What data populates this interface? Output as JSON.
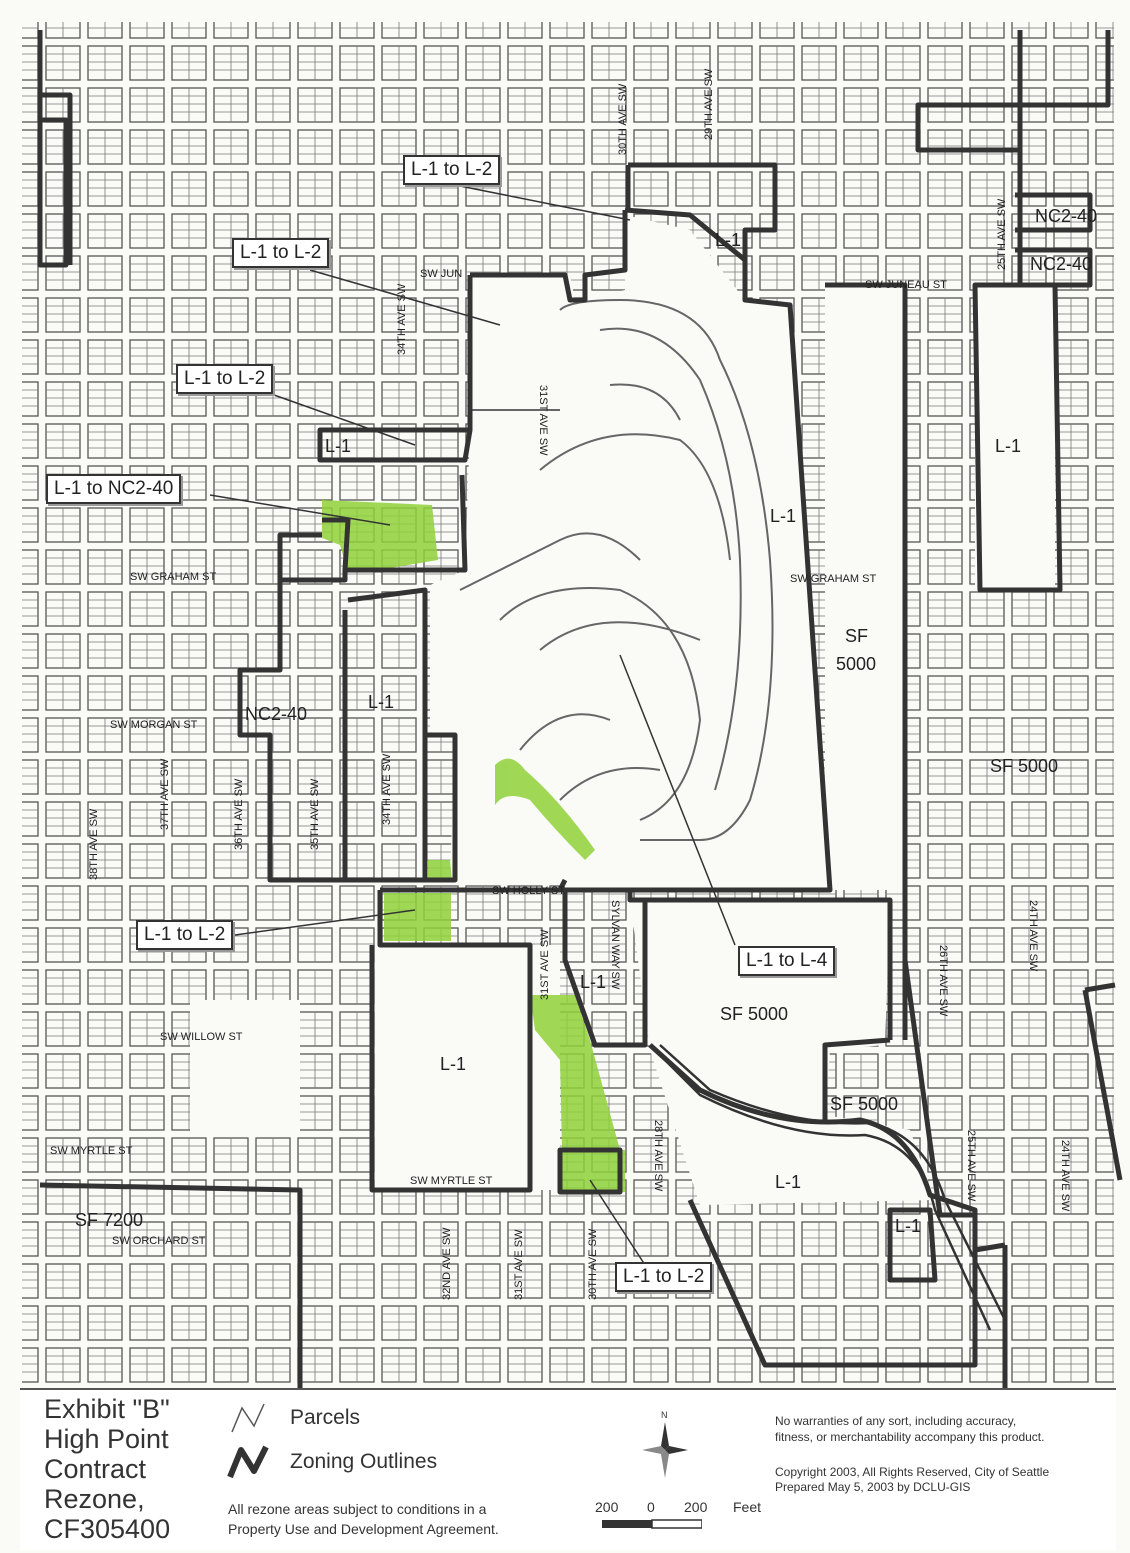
{
  "map": {
    "zones": {
      "l1_top": "L-1",
      "l1_small": "L-1",
      "l1_center": "L-1",
      "l1_right": "L-1",
      "l1_mid": "L-1",
      "l1_west": "L-1",
      "l1_south": "L-1",
      "l1_southeast": "L-1",
      "l1_se_small": "L-1",
      "nc2_40_a": "NC2-40",
      "nc2_40_b": "NC2-40",
      "nc2_40_west": "NC2-40",
      "sf_5000_mid": "SF 5000",
      "sf_5000_right": "SF 5000",
      "sf_5000_low": "SF 5000",
      "sf_tall_1": "SF",
      "sf_tall_2": "5000",
      "sf_7200": "SF 7200"
    },
    "callouts": {
      "c1": "L-1 to L-2",
      "c2": "L-1 to L-2",
      "c3": "L-1 to L-2",
      "c4": "L-1 to NC2-40",
      "c5": "L-1 to L-2",
      "c6": "L-1 to L-4",
      "c7": "L-1 to L-2"
    },
    "streets": {
      "ave_30": "30TH AVE SW",
      "ave_29": "29TH AVE SW",
      "juneau_w": "SW JUN",
      "juneau_e": "SW JUNEAU ST",
      "ave_34_n": "34TH AVE SW",
      "ave_31_n": "31ST AVE SW",
      "ave_25": "25TH AVE SW",
      "graham_w": "SW GRAHAM ST",
      "graham_e": "SW GRAHAM ST",
      "morgan": "SW MORGAN ST",
      "ave_38": "38TH AVE SW",
      "ave_37": "37TH AVE SW",
      "ave_36": "36TH AVE SW",
      "ave_35": "35TH AVE SW",
      "ave_34_s": "34TH AVE SW",
      "holly": "SW HOLLY ST",
      "ave_31_mid": "31ST AVE SW",
      "sylvan": "SYLVAN WAY SW",
      "ave_24": "24TH AVE SW",
      "ave_26": "26TH AVE SW",
      "willow": "SW WILLOW ST",
      "myrtle_w": "SW MYRTLE ST",
      "myrtle_c": "SW MYRTLE ST",
      "orchard": "SW ORCHARD ST",
      "ave_32": "32ND AVE SW",
      "ave_31_s": "31ST AVE SW",
      "ave_30_s": "30TH AVE SW",
      "ave_28": "28TH AVE SW",
      "ave_25_s": "25TH AVE SW",
      "ave_24_s": "24TH AVE SW"
    },
    "colors": {
      "zone_outline": "#333333",
      "rezone_fill": "#8fd13a",
      "parcel_line": "#555555"
    }
  },
  "legend": {
    "title_lines": [
      "Exhibit \"B\"",
      "High Point",
      "Contract",
      "Rezone,",
      "CF305400"
    ],
    "parcels_label": "Parcels",
    "zoning_label": "Zoning Outlines",
    "conditions_line1": "All rezone areas subject to conditions in a",
    "conditions_line2": "Property Use and Development Agreement.",
    "north_label": "N",
    "scale_left": "200",
    "scale_zero": "0",
    "scale_right": "200",
    "scale_unit": "Feet",
    "disclaimer_line1": "No warranties of any sort, including accuracy,",
    "disclaimer_line2": "fitness, or merchantability accompany this product.",
    "copyright": "Copyright 2003, All Rights Reserved, City of Seattle",
    "prepared": "Prepared  May 5, 2003 by DCLU-GIS"
  }
}
